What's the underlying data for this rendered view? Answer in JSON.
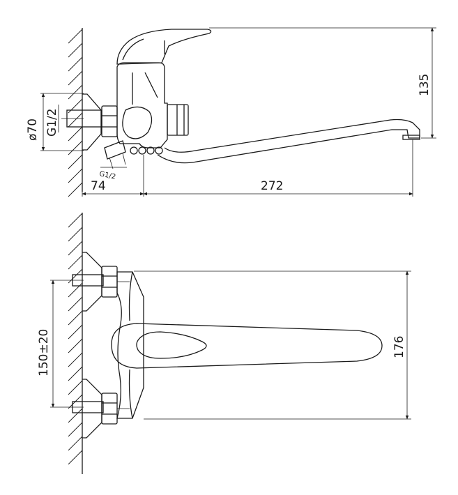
{
  "dimensions": {
    "diameter": "ø70",
    "thread_side": "G1/2",
    "thread_bottom": "G1/2",
    "offset": "74",
    "spout_length": "272",
    "height": "135",
    "spacing": "150±20",
    "width": "176"
  },
  "colors": {
    "line": "#1a1a1a",
    "background": "#ffffff"
  }
}
